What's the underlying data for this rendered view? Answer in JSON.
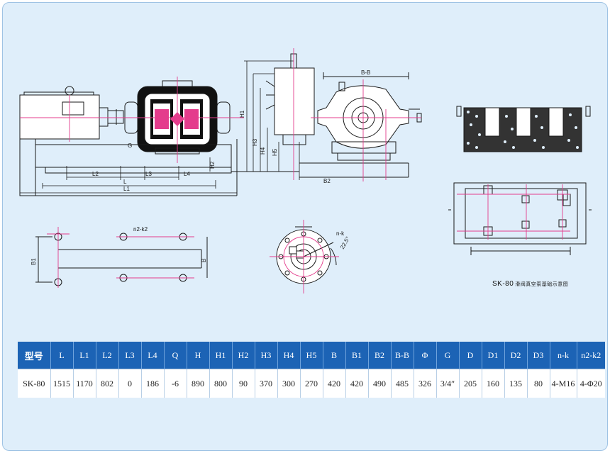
{
  "colors": {
    "background": "#dfeefa",
    "header": "#1c63b5",
    "line": "#1a1a1a",
    "center_line": "#e43c8c"
  },
  "labels": {
    "section_bb": "B-B",
    "dim_L": "L",
    "dim_L1": "L1",
    "dim_L2": "L2",
    "dim_L3": "L3",
    "dim_L4": "L4",
    "dim_H1": "H1",
    "dim_H3": "H3",
    "dim_H4": "H4",
    "dim_H5": "H5",
    "dim_H2": "H2",
    "dim_B2": "B2",
    "dim_B1": "B1",
    "dim_B": "B",
    "n2k2": "n2-k2",
    "nk": "n-k",
    "angle": "22.5°",
    "g_mark": "G"
  },
  "caption": {
    "code": "SK-80",
    "text": "滑阀真空泵基础示意图"
  },
  "table": {
    "headers": [
      "型号",
      "L",
      "L1",
      "L2",
      "L3",
      "L4",
      "Q",
      "H",
      "H1",
      "H2",
      "H3",
      "H4",
      "H5",
      "B",
      "B1",
      "B2",
      "B-B",
      "Φ",
      "G",
      "D",
      "D1",
      "D2",
      "D3",
      "n-k",
      "n2-k2"
    ],
    "row": [
      "SK-80",
      "1515",
      "1170",
      "802",
      "0",
      "186",
      "-6",
      "890",
      "800",
      "90",
      "370",
      "300",
      "270",
      "420",
      "420",
      "490",
      "485",
      "326",
      "3/4″",
      "205",
      "160",
      "135",
      "80",
      "4-M16",
      "4-Φ20"
    ]
  }
}
